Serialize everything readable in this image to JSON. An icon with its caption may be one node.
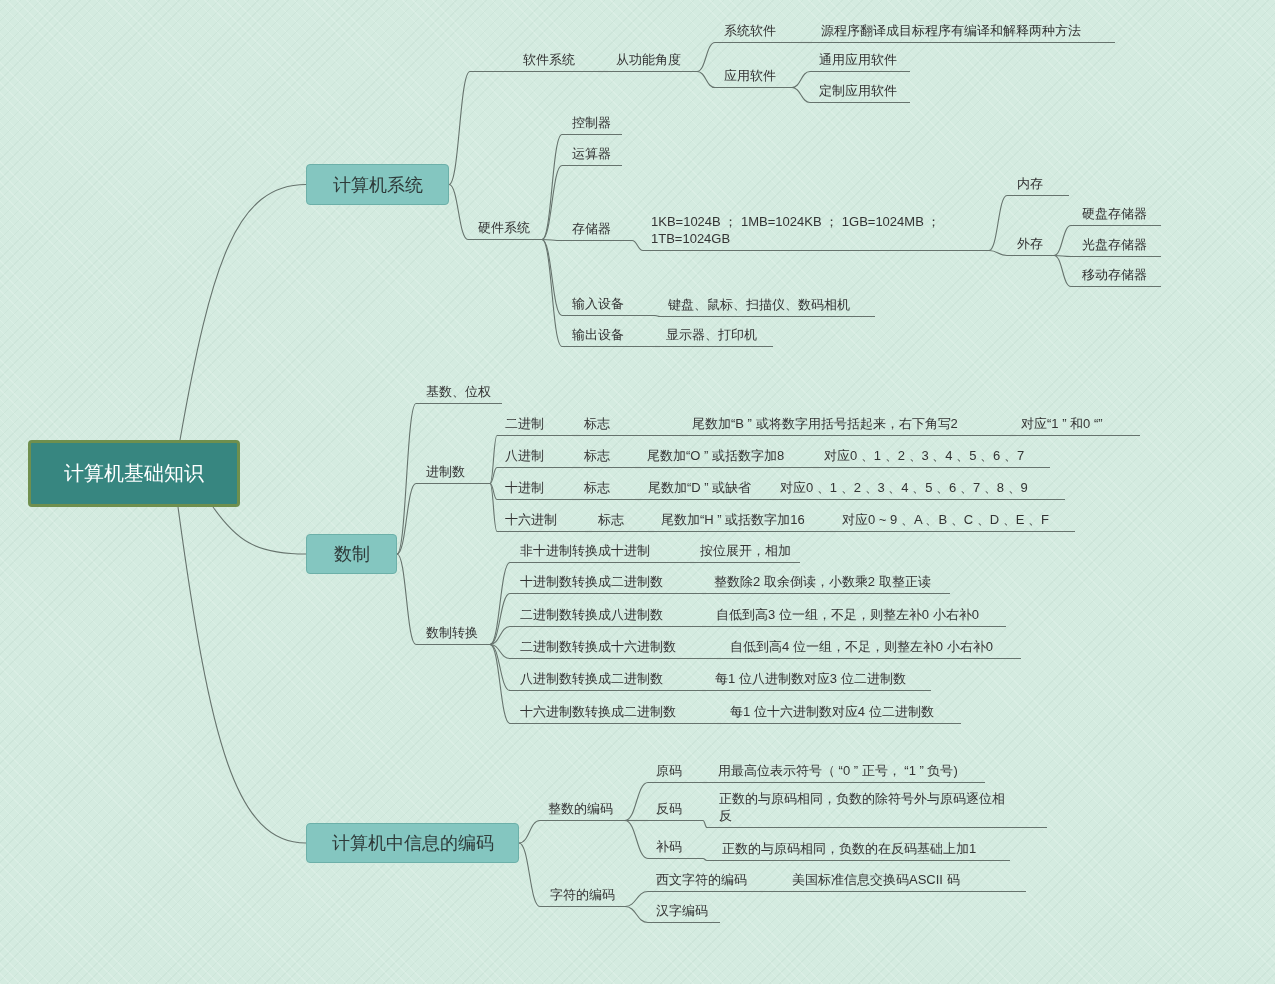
{
  "diagram": {
    "nodes": [
      {
        "text": [
          "计算机基础知识"
        ]
      },
      {
        "text": [
          "计算机系统"
        ]
      },
      {
        "text": [
          "软件系统"
        ]
      },
      {
        "text": [
          "从功能角度"
        ]
      },
      {
        "text": [
          "系统软件"
        ]
      },
      {
        "text": [
          "源程序翻译成目标程序有编译和解释两种方法"
        ]
      },
      {
        "text": [
          "应用软件"
        ]
      },
      {
        "text": [
          "通用应用软件"
        ]
      },
      {
        "text": [
          "定制应用软件"
        ]
      },
      {
        "text": [
          "硬件系统"
        ]
      },
      {
        "text": [
          "控制器"
        ]
      },
      {
        "text": [
          "运算器"
        ]
      },
      {
        "text": [
          "存储器"
        ]
      },
      {
        "text": [
          "1KB=1024B ； 1MB=1024KB ； 1GB=1024MB ； 1TB=1024GB"
        ]
      },
      {
        "text": [
          "内存"
        ]
      },
      {
        "text": [
          "外存"
        ]
      },
      {
        "text": [
          "硬盘存储器"
        ]
      },
      {
        "text": [
          "光盘存储器"
        ]
      },
      {
        "text": [
          "移动存储器"
        ]
      },
      {
        "text": [
          "输入设备"
        ]
      },
      {
        "text": [
          "键盘、鼠标、扫描仪、数码相机"
        ]
      },
      {
        "text": [
          "输出设备"
        ]
      },
      {
        "text": [
          "显示器、打印机"
        ]
      },
      {
        "text": [
          "数制"
        ]
      },
      {
        "text": [
          "基数、位权"
        ]
      },
      {
        "text": [
          "进制数"
        ]
      },
      {
        "text": [
          "二进制"
        ]
      },
      {
        "text": [
          "标志"
        ]
      },
      {
        "text": [
          "尾数加“B ” 或将数字用括号括起来，右下角写2"
        ]
      },
      {
        "text": [
          "对应“1 ” 和0 “”"
        ]
      },
      {
        "text": [
          "八进制"
        ]
      },
      {
        "text": [
          "标志"
        ]
      },
      {
        "text": [
          "尾数加“O ” 或括数字加8"
        ]
      },
      {
        "text": [
          "对应0 、1 、2 、3 、4 、5 、6 、7"
        ]
      },
      {
        "text": [
          "十进制"
        ]
      },
      {
        "text": [
          "标志"
        ]
      },
      {
        "text": [
          "尾数加“D ” 或缺省"
        ]
      },
      {
        "text": [
          "对应0 、1 、2 、3 、4 、5 、6 、7 、8 、9"
        ]
      },
      {
        "text": [
          "十六进制"
        ]
      },
      {
        "text": [
          "标志"
        ]
      },
      {
        "text": [
          "尾数加“H ” 或括数字加16"
        ]
      },
      {
        "text": [
          "对应0 ~ 9 、A 、B 、C 、D 、E 、F"
        ]
      },
      {
        "text": [
          "数制转换"
        ]
      },
      {
        "text": [
          "非十进制转换成十进制"
        ]
      },
      {
        "text": [
          "按位展开，相加"
        ]
      },
      {
        "text": [
          "十进制数转换成二进制数"
        ]
      },
      {
        "text": [
          "整数除2 取余倒读，小数乘2 取整正读"
        ]
      },
      {
        "text": [
          "二进制数转换成八进制数"
        ]
      },
      {
        "text": [
          "自低到高3 位一组，不足，则整左补0 小右补0"
        ]
      },
      {
        "text": [
          "二进制数转换成十六进制数"
        ]
      },
      {
        "text": [
          "自低到高4 位一组，不足，则整左补0 小右补0"
        ]
      },
      {
        "text": [
          "八进制数转换成二进制数"
        ]
      },
      {
        "text": [
          "每1 位八进制数对应3 位二进制数"
        ]
      },
      {
        "text": [
          "十六进制数转换成二进制数"
        ]
      },
      {
        "text": [
          "每1 位十六进制数对应4 位二进制数"
        ]
      },
      {
        "text": [
          "计算机中信息的编码"
        ]
      },
      {
        "text": [
          "整数的编码"
        ]
      },
      {
        "text": [
          "原码"
        ]
      },
      {
        "text": [
          "用最高位表示符号（ “0 ” 正号， “1 ” 负号)"
        ]
      },
      {
        "text": [
          "反码"
        ]
      },
      {
        "text": [
          "正数的与原码相同，负数的除符号外与原码逐位相反"
        ]
      },
      {
        "text": [
          "补码"
        ]
      },
      {
        "text": [
          "正数的与原码相同，负数的在反码基础上加1"
        ]
      },
      {
        "text": [
          "字符的编码"
        ]
      },
      {
        "text": [
          "西文字符的编码"
        ]
      },
      {
        "text": [
          "美国标准信息交换码ASCII 码"
        ]
      },
      {
        "text": [
          "汉字编码"
        ]
      }
    ],
    "edges": [
      {
        "from": 0,
        "to": 1,
        "arrow": "none"
      },
      {
        "from": 1,
        "to": 2,
        "arrow": "none"
      },
      {
        "from": 2,
        "to": 3,
        "arrow": "none"
      },
      {
        "from": 3,
        "to": 4,
        "arrow": "none"
      },
      {
        "from": 4,
        "to": 5,
        "arrow": "none"
      },
      {
        "from": 3,
        "to": 6,
        "arrow": "none"
      },
      {
        "from": 6,
        "to": 7,
        "arrow": "none"
      },
      {
        "from": 6,
        "to": 8,
        "arrow": "none"
      },
      {
        "from": 1,
        "to": 9,
        "arrow": "none"
      },
      {
        "from": 9,
        "to": 10,
        "arrow": "none"
      },
      {
        "from": 9,
        "to": 11,
        "arrow": "none"
      },
      {
        "from": 9,
        "to": 12,
        "arrow": "none"
      },
      {
        "from": 12,
        "to": 13,
        "arrow": "none"
      },
      {
        "from": 13,
        "to": 14,
        "arrow": "none"
      },
      {
        "from": 13,
        "to": 15,
        "arrow": "none"
      },
      {
        "from": 15,
        "to": 16,
        "arrow": "none"
      },
      {
        "from": 15,
        "to": 17,
        "arrow": "none"
      },
      {
        "from": 15,
        "to": 18,
        "arrow": "none"
      },
      {
        "from": 9,
        "to": 19,
        "arrow": "none"
      },
      {
        "from": 19,
        "to": 20,
        "arrow": "none"
      },
      {
        "from": 9,
        "to": 21,
        "arrow": "none"
      },
      {
        "from": 21,
        "to": 22,
        "arrow": "none"
      },
      {
        "from": 0,
        "to": 23,
        "arrow": "none"
      },
      {
        "from": 23,
        "to": 24,
        "arrow": "none"
      },
      {
        "from": 23,
        "to": 25,
        "arrow": "none"
      },
      {
        "from": 25,
        "to": 26,
        "arrow": "none"
      },
      {
        "from": 26,
        "to": 27,
        "arrow": "none"
      },
      {
        "from": 27,
        "to": 28,
        "arrow": "none"
      },
      {
        "from": 28,
        "to": 29,
        "arrow": "none"
      },
      {
        "from": 25,
        "to": 30,
        "arrow": "none"
      },
      {
        "from": 30,
        "to": 31,
        "arrow": "none"
      },
      {
        "from": 31,
        "to": 32,
        "arrow": "none"
      },
      {
        "from": 32,
        "to": 33,
        "arrow": "none"
      },
      {
        "from": 25,
        "to": 34,
        "arrow": "none"
      },
      {
        "from": 34,
        "to": 35,
        "arrow": "none"
      },
      {
        "from": 35,
        "to": 36,
        "arrow": "none"
      },
      {
        "from": 36,
        "to": 37,
        "arrow": "none"
      },
      {
        "from": 25,
        "to": 38,
        "arrow": "none"
      },
      {
        "from": 38,
        "to": 39,
        "arrow": "none"
      },
      {
        "from": 39,
        "to": 40,
        "arrow": "none"
      },
      {
        "from": 40,
        "to": 41,
        "arrow": "none"
      },
      {
        "from": 23,
        "to": 42,
        "arrow": "none"
      },
      {
        "from": 42,
        "to": 43,
        "arrow": "none"
      },
      {
        "from": 43,
        "to": 44,
        "arrow": "none"
      },
      {
        "from": 42,
        "to": 45,
        "arrow": "none"
      },
      {
        "from": 45,
        "to": 46,
        "arrow": "none"
      },
      {
        "from": 42,
        "to": 47,
        "arrow": "none"
      },
      {
        "from": 47,
        "to": 48,
        "arrow": "none"
      },
      {
        "from": 42,
        "to": 49,
        "arrow": "none"
      },
      {
        "from": 49,
        "to": 50,
        "arrow": "none"
      },
      {
        "from": 42,
        "to": 51,
        "arrow": "none"
      },
      {
        "from": 51,
        "to": 52,
        "arrow": "none"
      },
      {
        "from": 42,
        "to": 53,
        "arrow": "none"
      },
      {
        "from": 53,
        "to": 54,
        "arrow": "none"
      },
      {
        "from": 0,
        "to": 55,
        "arrow": "none"
      },
      {
        "from": 55,
        "to": 56,
        "arrow": "none"
      },
      {
        "from": 56,
        "to": 57,
        "arrow": "none"
      },
      {
        "from": 57,
        "to": 58,
        "arrow": "none"
      },
      {
        "from": 56,
        "to": 59,
        "arrow": "none"
      },
      {
        "from": 59,
        "to": 60,
        "arrow": "none"
      },
      {
        "from": 56,
        "to": 61,
        "arrow": "none"
      },
      {
        "from": 61,
        "to": 62,
        "arrow": "none"
      },
      {
        "from": 55,
        "to": 63,
        "arrow": "none"
      },
      {
        "from": 63,
        "to": 64,
        "arrow": "none"
      },
      {
        "from": 64,
        "to": 65,
        "arrow": "none"
      },
      {
        "from": 63,
        "to": 66,
        "arrow": "none"
      }
    ]
  }
}
